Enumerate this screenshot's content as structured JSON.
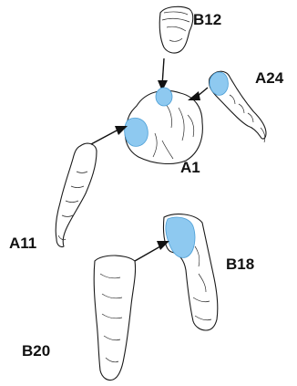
{
  "parts": {
    "head": "B12",
    "right_arm": "A24",
    "torso": "A1",
    "left_arm": "A11",
    "legs": "B18",
    "left_leg": "B20"
  },
  "colors": {
    "glue_area": "#8ec9f0",
    "outline": "#1a1a1a"
  }
}
